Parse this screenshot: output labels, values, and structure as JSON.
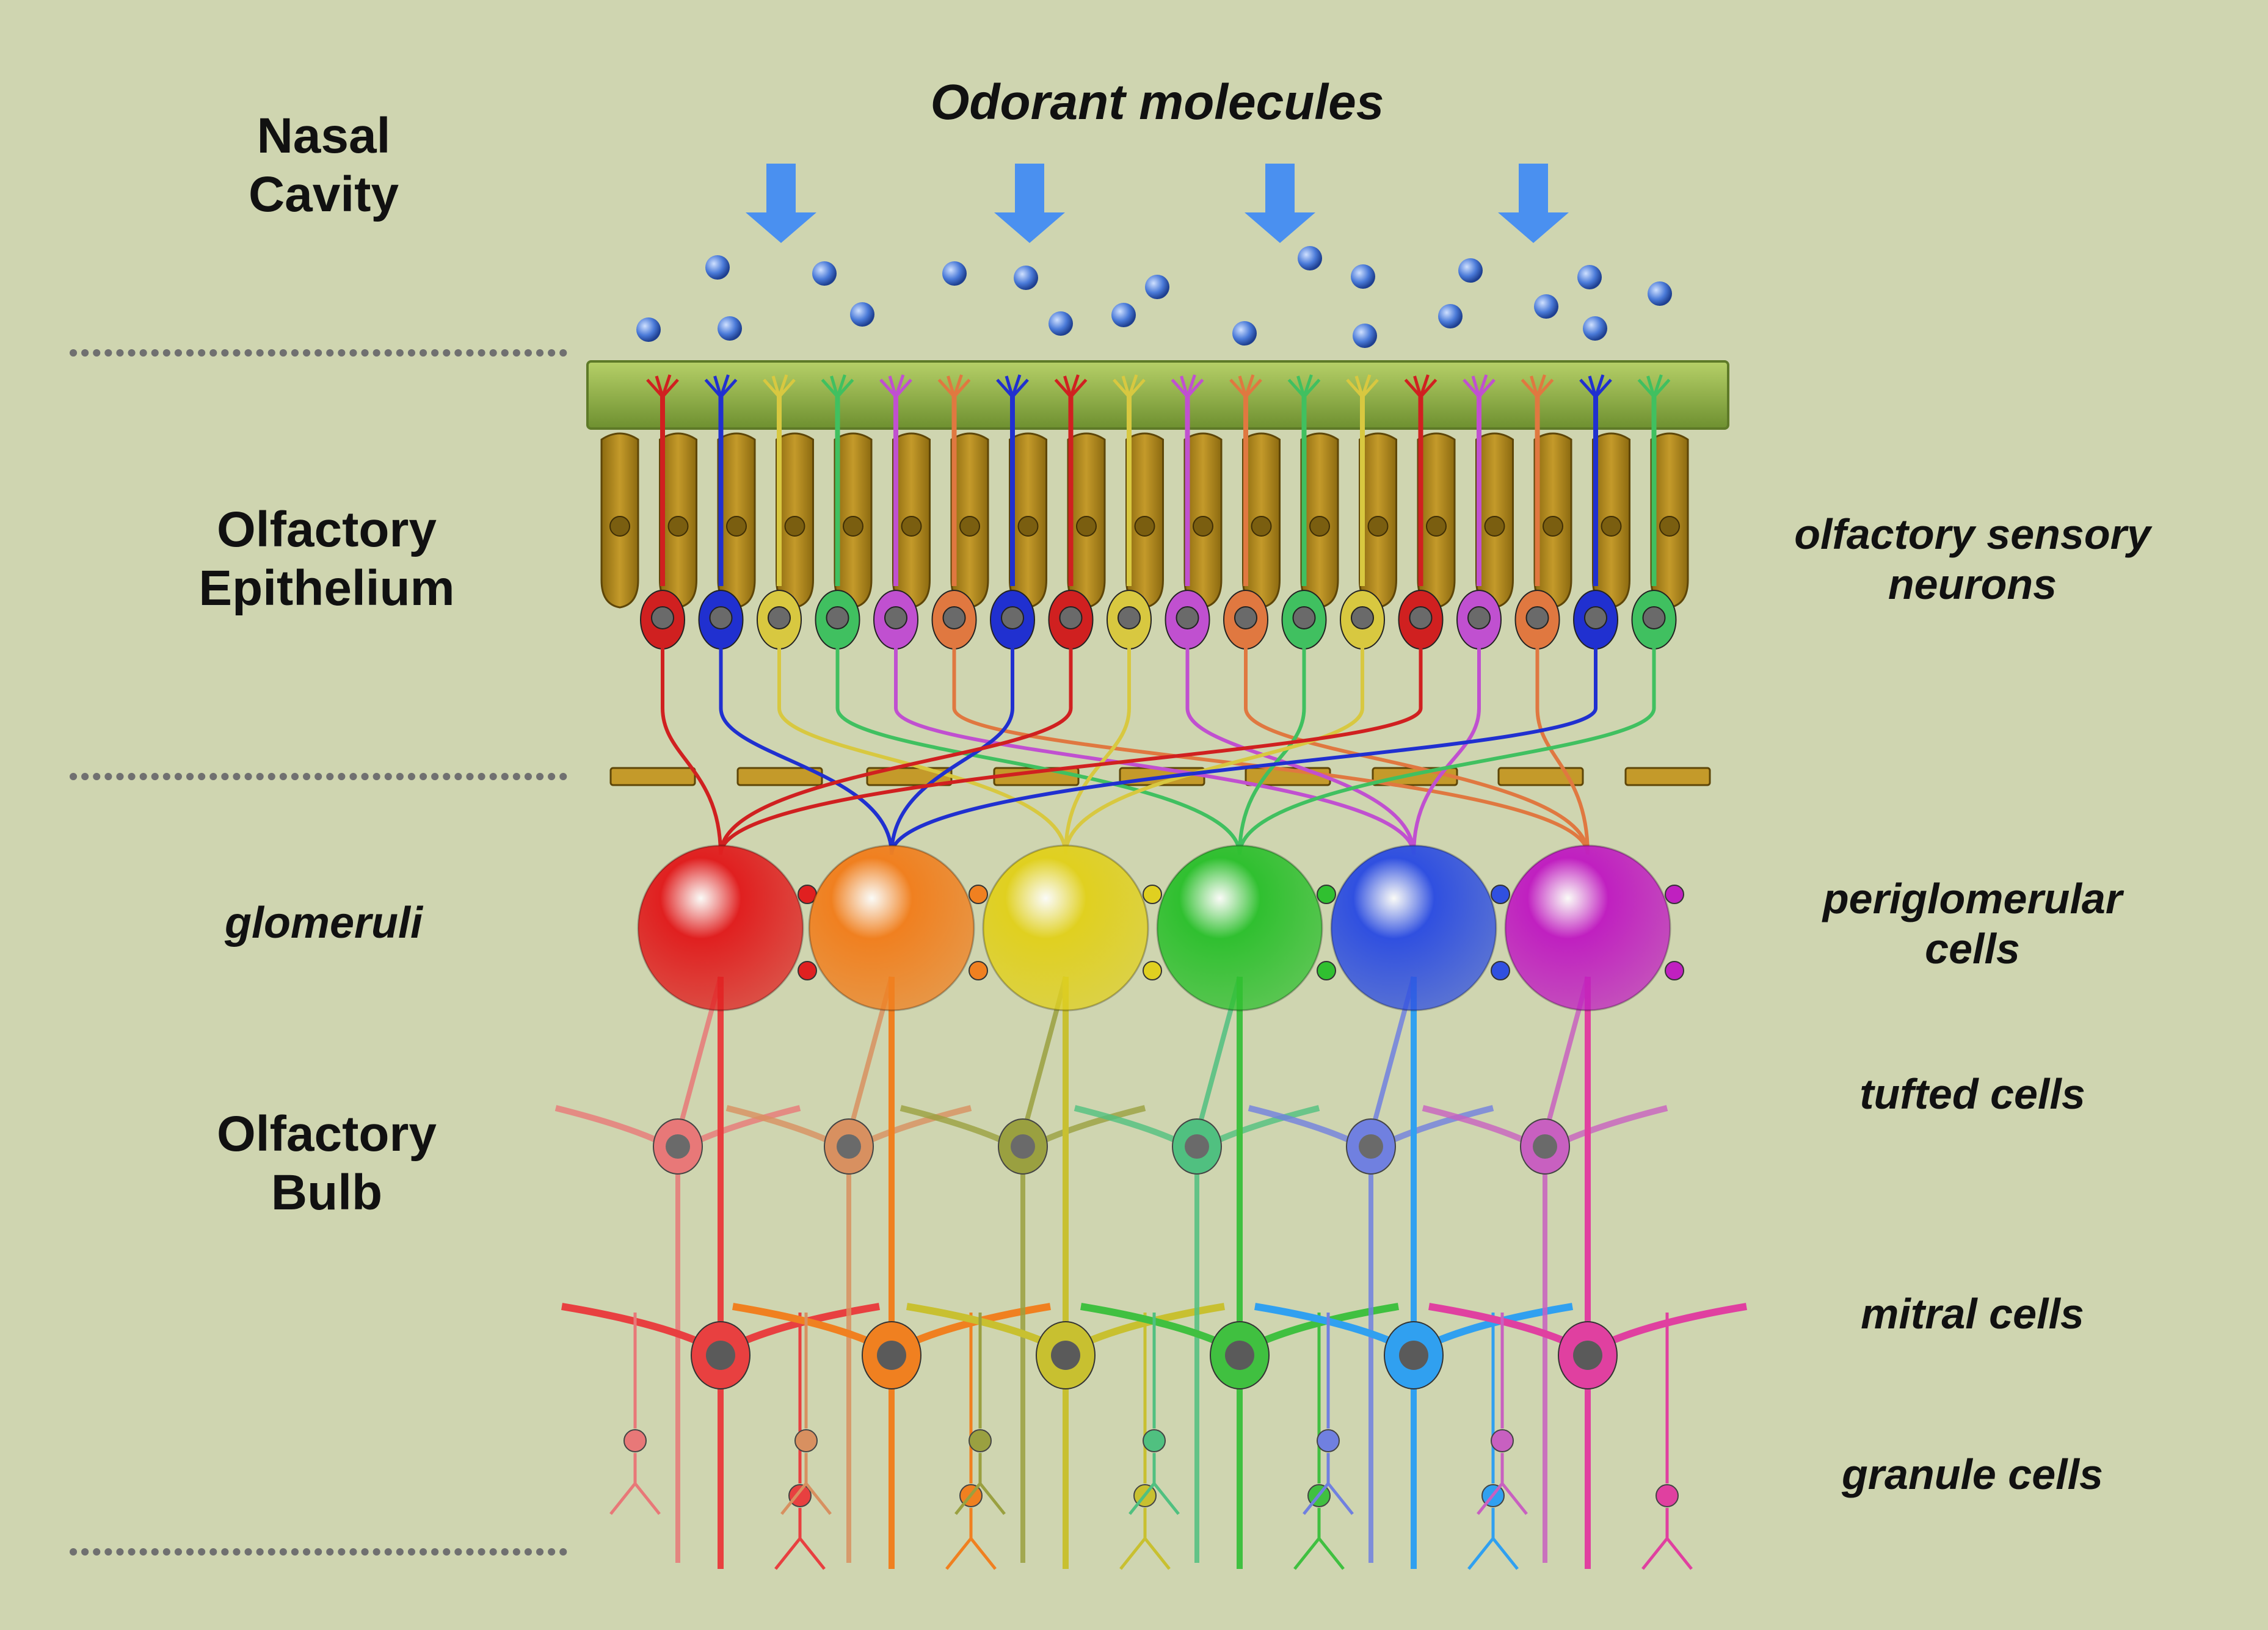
{
  "title": "Odorant molecules",
  "regions": {
    "nasal_cavity": "Nasal\nCavity",
    "olfactory_epithelium": "Olfactory\nEpithelium",
    "glomeruli": "glomeruli",
    "olfactory_bulb": "Olfactory\nBulb"
  },
  "cell_types": {
    "olfactory_sensory_neurons": "olfactory sensory\nneurons",
    "periglomerular_cells": "periglomerular\ncells",
    "tufted_cells": "tufted cells",
    "mitral_cells": "mitral cells",
    "granule_cells": "granule cells"
  },
  "colors": {
    "background": "#cfd5b0",
    "arrow": "#4a90f0",
    "molecule": "#3f6fd0",
    "mucus": "#8fb040",
    "support_cell": "#b8901e",
    "glomeruli": [
      "#e02020",
      "#f08020",
      "#e0d020",
      "#30c030",
      "#3050e0",
      "#c020c0"
    ],
    "receptor_neurons": [
      "#d02020",
      "#2030d0",
      "#d8c840",
      "#40c060",
      "#c050d0",
      "#e07840"
    ]
  }
}
